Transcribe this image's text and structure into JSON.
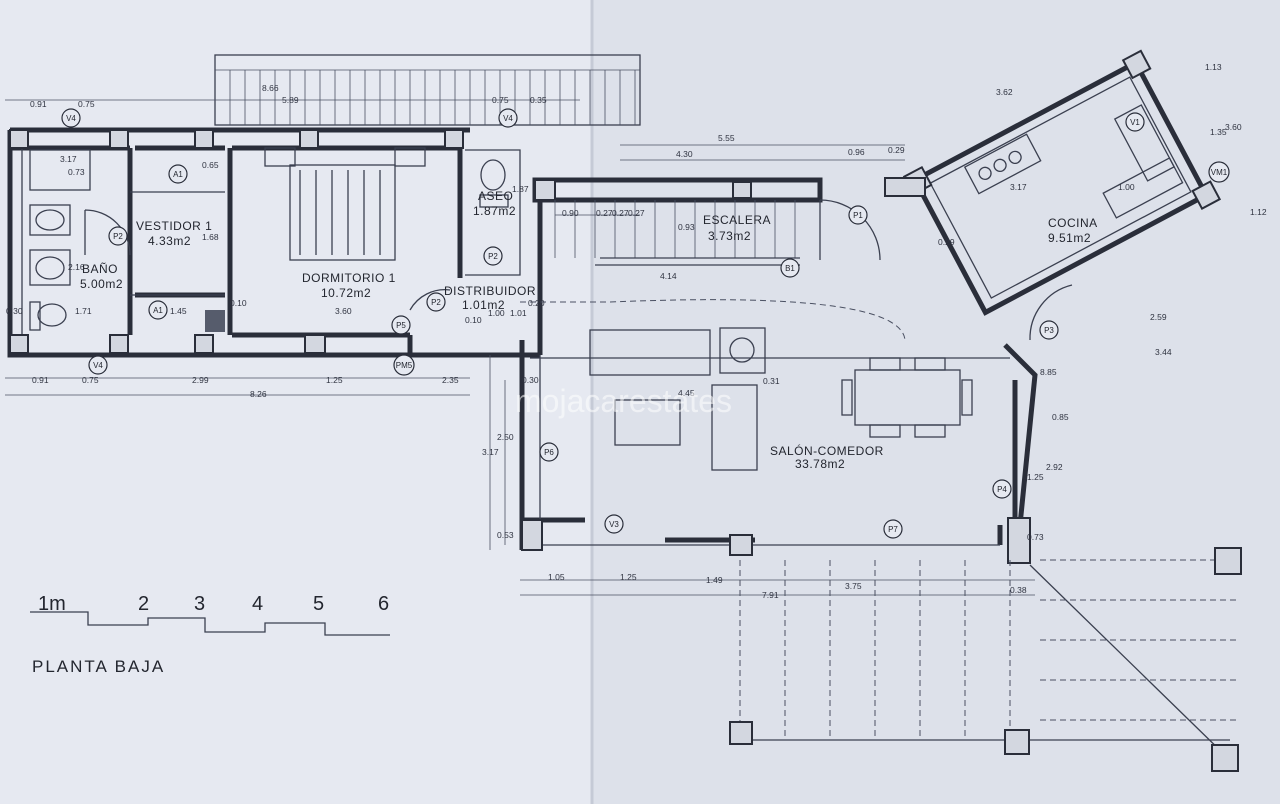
{
  "plan_title": "PLANTA BAJA",
  "watermark": "mojacarestates",
  "scale_bar": [
    "1m",
    "2",
    "3",
    "4",
    "5",
    "6"
  ],
  "rooms": [
    {
      "name": "VESTIDOR 1",
      "area": "4.33m2"
    },
    {
      "name": "BAÑO",
      "area": "5.00m2"
    },
    {
      "name": "DORMITORIO 1",
      "area": "10.72m2"
    },
    {
      "name": "ASEO",
      "area": "1.87m2"
    },
    {
      "name": "DISTRIBUIDOR",
      "area": "1.01m2"
    },
    {
      "name": "ESCALERA",
      "area": "3.73m2"
    },
    {
      "name": "COCINA",
      "area": "9.51m2"
    },
    {
      "name": "SALÓN-COMEDOR",
      "area": "33.78m2"
    }
  ],
  "tags": [
    "V4",
    "V4",
    "V4",
    "A1",
    "A1",
    "P2",
    "P2",
    "P2",
    "P5",
    "PM5",
    "P1",
    "B1",
    "V1",
    "VM1",
    "P3",
    "P6",
    "P4",
    "V3",
    "P7"
  ],
  "dimensions": {
    "top": [
      "0.91",
      "0.75",
      "8.66",
      "5.89",
      "0.75",
      "0.35",
      "5.55",
      "4.30",
      "0.96",
      "0.29",
      "3.62"
    ],
    "bottom": [
      "0.91",
      "0.75",
      "2.99",
      "1.25",
      "2.35",
      "8.26"
    ],
    "interior": [
      "0.90",
      "0.27",
      "0.27",
      "0.27",
      "4.14",
      "3.17",
      "1.71",
      "1.45",
      "3.60",
      "1.00",
      "0.10",
      "0.20",
      "0.30",
      "0.30",
      "0.31",
      "4.45",
      "2.16",
      "1.68",
      "0.65",
      "0.73",
      "0.93",
      "1.87",
      "0.10",
      "1.01"
    ],
    "living": [
      "3.17",
      "2.50",
      "0.53",
      "1.05",
      "1.25",
      "1.49",
      "3.75",
      "7.91",
      "0.38",
      "0.73",
      "2.92",
      "1.25",
      "0.85",
      "8.85",
      "2.59",
      "3.44",
      "0.29"
    ],
    "kitchen": [
      "3.17",
      "1.00",
      "1.13",
      "1.35",
      "3.60",
      "1.12"
    ]
  }
}
